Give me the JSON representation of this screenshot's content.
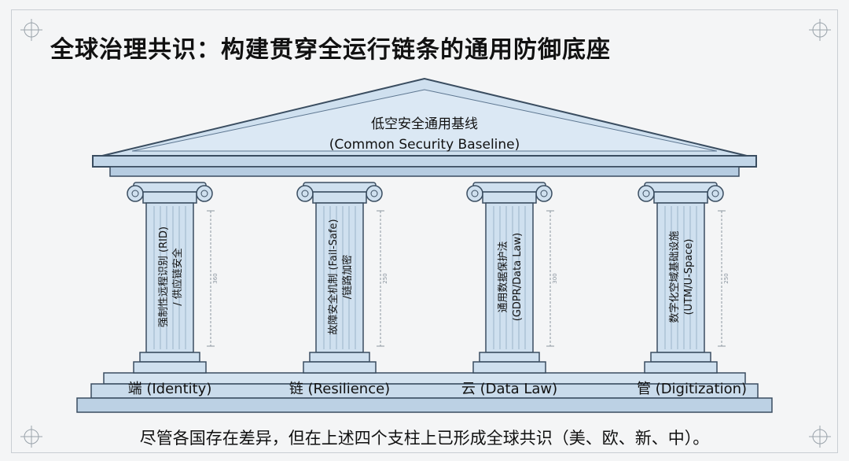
{
  "title": "全球治理共识：构建贯穿全运行链条的通用防御底座",
  "roof": {
    "line1": "低空安全通用基线",
    "line2": "(Common Security Baseline)"
  },
  "pillars": [
    {
      "text_line1": "强制性远程识别 (RID)",
      "text_line2": "/ 供应链安全",
      "dimension": "360",
      "label": "端 (Identity)"
    },
    {
      "text_line1": "故障安全机制 (Fail-Safe)",
      "text_line2": "/链路加密",
      "dimension": "250",
      "label": "链 (Resilience)"
    },
    {
      "text_line1": "通用数据保护法",
      "text_line2": "(GDPR/Data Law)",
      "dimension": "300",
      "label": "云 (Data Law)"
    },
    {
      "text_line1": "数字化空域基础设施",
      "text_line2": "(UTM/U-Space)",
      "dimension": "250",
      "label": "管 (Digitization)"
    }
  ],
  "caption": "尽管各国存在差异，但在上述四个支柱上已形成全球共识（美、欧、新、中）。",
  "colors": {
    "stone": "#cfe0ef",
    "stone_dark": "#8aa4bd",
    "outline": "#3a4d60",
    "fluting": "#9bb3c9"
  }
}
